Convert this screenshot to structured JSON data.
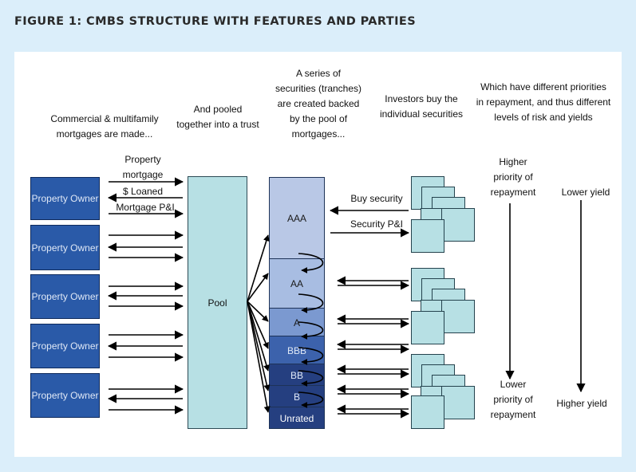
{
  "figure": {
    "title": "FIGURE 1:  CMBS STRUCTURE WITH FEATURES AND PARTIES"
  },
  "captions": {
    "mortgages": "Commercial & multifamily mortgages are made...",
    "pooled": "And pooled together into a trust",
    "series": "A series of securities (tranches) are created backed by the pool of mortgages...",
    "investors": "Investors buy the individual securities",
    "priorities": "Which have different priorities in repayment, and thus different levels of risk and yields"
  },
  "owners": [
    {
      "label": "Property Owner"
    },
    {
      "label": "Property Owner"
    },
    {
      "label": "Property Owner"
    },
    {
      "label": "Property Owner"
    },
    {
      "label": "Property Owner"
    }
  ],
  "flows": {
    "property_mortgage": "Property mortgage",
    "loaned": "$ Loaned",
    "mortgage_pi": "Mortgage P&I",
    "buy_security": "Buy security",
    "security_pi": "Security P&I"
  },
  "pool": {
    "label": "Pool"
  },
  "tranches": [
    {
      "label": "AAA",
      "color": "#b9c8e6"
    },
    {
      "label": "AA",
      "color": "#a8bde2"
    },
    {
      "label": "A",
      "color": "#7b99d0"
    },
    {
      "label": "BBB",
      "color": "#3c62ac"
    },
    {
      "label": "BB",
      "color": "#253f80"
    },
    {
      "label": "B",
      "color": "#253f80"
    },
    {
      "label": "Unrated",
      "color": "#253f80"
    }
  ],
  "priority": {
    "higher": "Higher priority of repayment",
    "lower": "Lower priority of repayment",
    "lower_yield": "Lower yield",
    "higher_yield": "Higher yield"
  }
}
